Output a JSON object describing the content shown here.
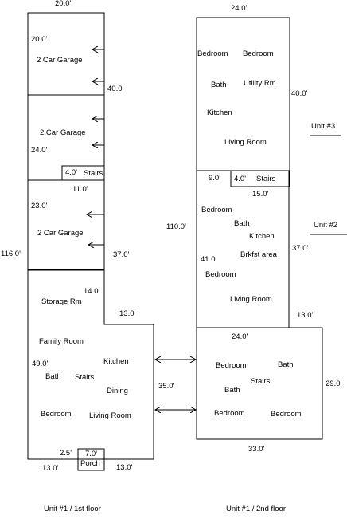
{
  "first_floor": {
    "caption": "Unit #1 / 1st floor",
    "dims": {
      "top_width": "20.0'",
      "garage1_width": "20.0'",
      "garage1_depth": "40.0'",
      "garage2_width": "24.0'",
      "stairs_width": "4.0'",
      "garage3_top": "11.0'",
      "garage3_width": "23.0'",
      "garage3_depth": "37.0'",
      "overall_depth": "116.0'",
      "storage_width": "14.0'",
      "notch": "13.0'",
      "family_depth": "49.0'",
      "porch_offset": "2.5'",
      "porch_width": "7.0'",
      "bottom_left": "13.0'",
      "bottom_right": "13.0'"
    },
    "rooms": {
      "garage1": "2 Car Garage",
      "garage2": "2 Car Garage",
      "stairs": "Stairs",
      "garage3": "2 Car Garage",
      "storage": "Storage  Rm",
      "family": "Family  Room",
      "kitchen": "Kitchen",
      "bath": "Bath",
      "stairs2": "Stairs",
      "dining": "Dining",
      "bedroom": "Bedroom",
      "living": "Living  Room",
      "porch": "Porch"
    }
  },
  "second_floor": {
    "caption": "Unit #1 / 2nd floor",
    "connector_dim": "35.0'",
    "unit3_label": "Unit  #3",
    "unit2_label": "Unit  #2",
    "dims": {
      "unit3_width": "24.0'",
      "unit3_depth": "40.0'",
      "offset": "9.0'",
      "stairs_width": "4.0'",
      "unit2_width": "15.0'",
      "overall_depth": "110.0'",
      "unit2_depth": "37.0'",
      "brkfst_depth": "41.0'",
      "unit1_notch": "13.0'",
      "unit1_top": "24.0'",
      "unit1_depth": "29.0'",
      "unit1_width": "33.0'"
    },
    "rooms": {
      "u3_bed1": "Bedroom",
      "u3_bed2": "Bedroom",
      "u3_bath": "Bath",
      "u3_utility": "Utility  Rm",
      "u3_kitchen": "Kitchen",
      "u3_living": "Living  Room",
      "stairs": "Stairs",
      "u2_bed1": "Bedroom",
      "u2_bath": "Bath",
      "u2_kitchen": "Kitchen",
      "u2_brkfst": "Brkfst  area",
      "u2_bed2": "Bedroom",
      "u2_living": "Living  Room",
      "u1_bed1": "Bedroom",
      "u1_bath1": "Bath",
      "u1_stairs": "Stairs",
      "u1_bath2": "Bath",
      "u1_bed2": "Bedroom",
      "u1_bed3": "Bedroom"
    }
  }
}
